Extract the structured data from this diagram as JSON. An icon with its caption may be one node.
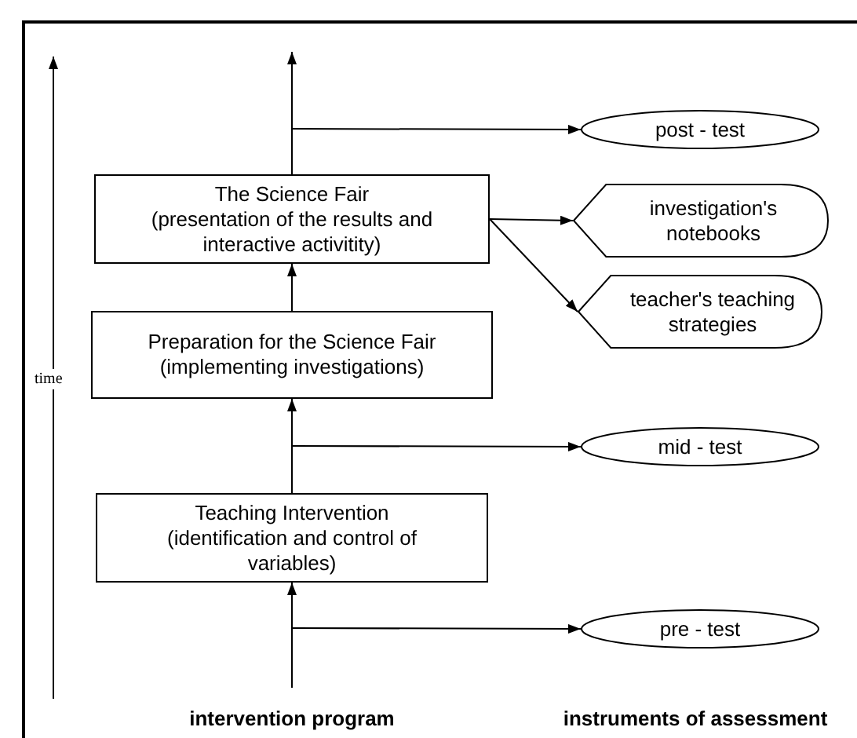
{
  "diagram": {
    "nodes": [
      {
        "text": [
          "post - test"
        ]
      },
      {
        "text": [
          "The Science Fair",
          "(presentation of the results and interactive activitity)"
        ]
      },
      {
        "text": [
          "investigation's notebooks"
        ]
      },
      {
        "text": [
          "teacher's teaching strategies"
        ]
      },
      {
        "text": [
          "Preparation for the Science Fair",
          "(implementing investigations)"
        ]
      },
      {
        "text": [
          "mid - test"
        ]
      },
      {
        "text": [
          "Teaching Intervention",
          "(identification and control of variables)"
        ]
      },
      {
        "text": [
          "pre - test"
        ]
      }
    ],
    "edges": [
      {
        "from": null,
        "to": 6,
        "arrow": "to"
      },
      {
        "from": 6,
        "to": 4,
        "arrow": "to"
      },
      {
        "from": 4,
        "to": 1,
        "arrow": "to"
      },
      {
        "from": 1,
        "to": null,
        "arrow": "to"
      },
      {
        "from": null,
        "to": 7,
        "arrow": "to"
      },
      {
        "from": null,
        "to": 5,
        "arrow": "to"
      },
      {
        "from": null,
        "to": 0,
        "arrow": "to"
      },
      {
        "from": 1,
        "to": 2,
        "arrow": "to"
      },
      {
        "from": 1,
        "to": 3,
        "arrow": "to"
      }
    ],
    "labels": [
      "time",
      "intervention program",
      "instruments of assessment"
    ]
  }
}
